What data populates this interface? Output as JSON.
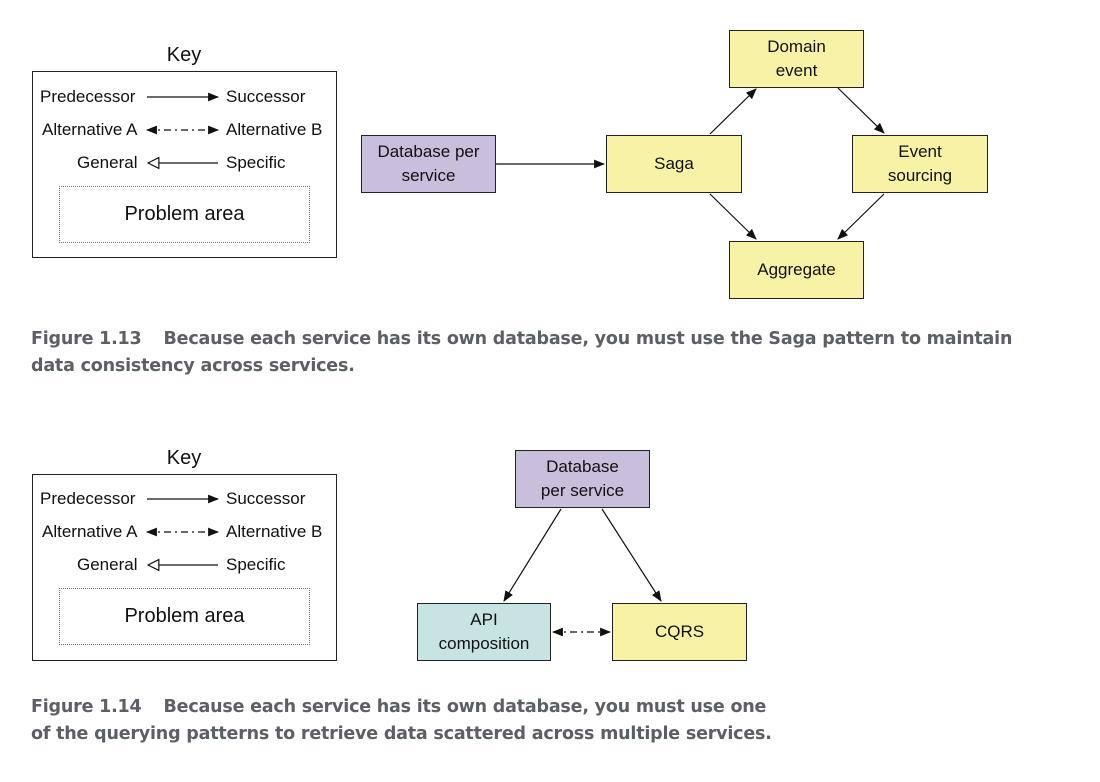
{
  "colors": {
    "yellow": "#f7f2a6",
    "purple": "#c9bedb",
    "teal": "#c8e4e2",
    "caption_text": "#5b5f66",
    "problem_border": "#4a7fc1"
  },
  "key": {
    "title": "Key",
    "predecessor": "Predecessor",
    "successor": "Successor",
    "alternative_a": "Alternative A",
    "alternative_b": "Alternative B",
    "general": "General",
    "specific": "Specific",
    "problem_area": "Problem area"
  },
  "figure_1_13": {
    "nodes": {
      "database_per_service": "Database per\nservice",
      "saga": "Saga",
      "domain_event": "Domain\nevent",
      "event_sourcing": "Event\nsourcing",
      "aggregate": "Aggregate"
    },
    "caption_label": "Figure 1.13",
    "caption_text": "Because each service has its own database, you must use the Saga pattern to maintain data consistency across services."
  },
  "figure_1_14": {
    "nodes": {
      "database_per_service": "Database\nper service",
      "api_composition": "API\ncomposition",
      "cqrs": "CQRS"
    },
    "caption_label": "Figure 1.14",
    "caption_text_line1": "Because each service has its own database, you must use one",
    "caption_text_line2": "of the querying patterns to retrieve data scattered across multiple services."
  }
}
